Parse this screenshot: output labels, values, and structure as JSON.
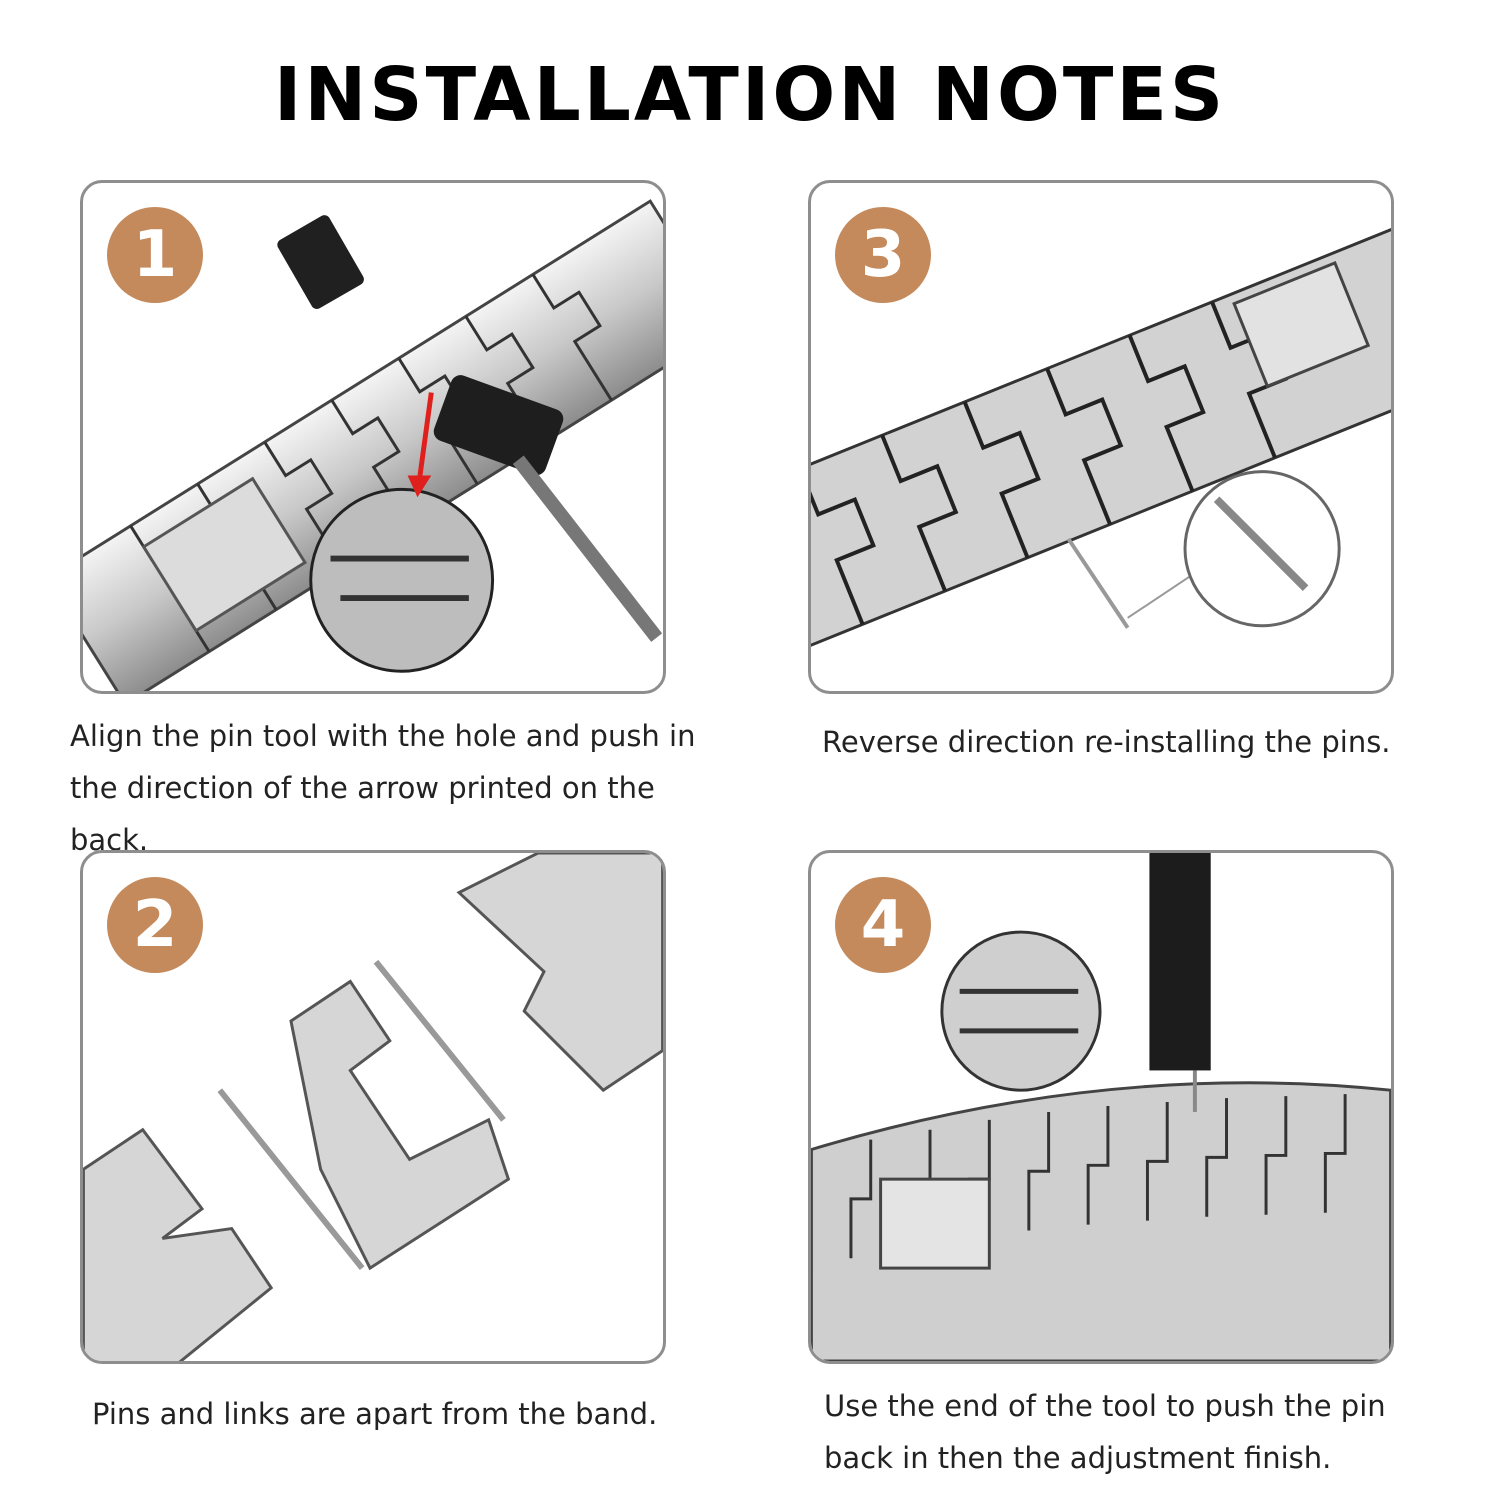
{
  "title": "INSTALLATION NOTES",
  "steps": [
    {
      "number": "1",
      "caption": "Align the pin tool with the hole and push in the direction of the arrow printed on the back."
    },
    {
      "number": "2",
      "caption": "Pins and links are apart from the band."
    },
    {
      "number": "3",
      "caption": "Reverse direction re-installing the pins."
    },
    {
      "number": "4",
      "caption": "Use the end of the tool to push the pin back in then the adjustment finish."
    }
  ],
  "colors": {
    "badge": "#c48a5c",
    "border": "#8e8e8e",
    "arrow": "#e0201c"
  },
  "icons": [
    "pin-tool-icon",
    "watch-band-icon",
    "push-pin-icon",
    "arrow-icon"
  ]
}
